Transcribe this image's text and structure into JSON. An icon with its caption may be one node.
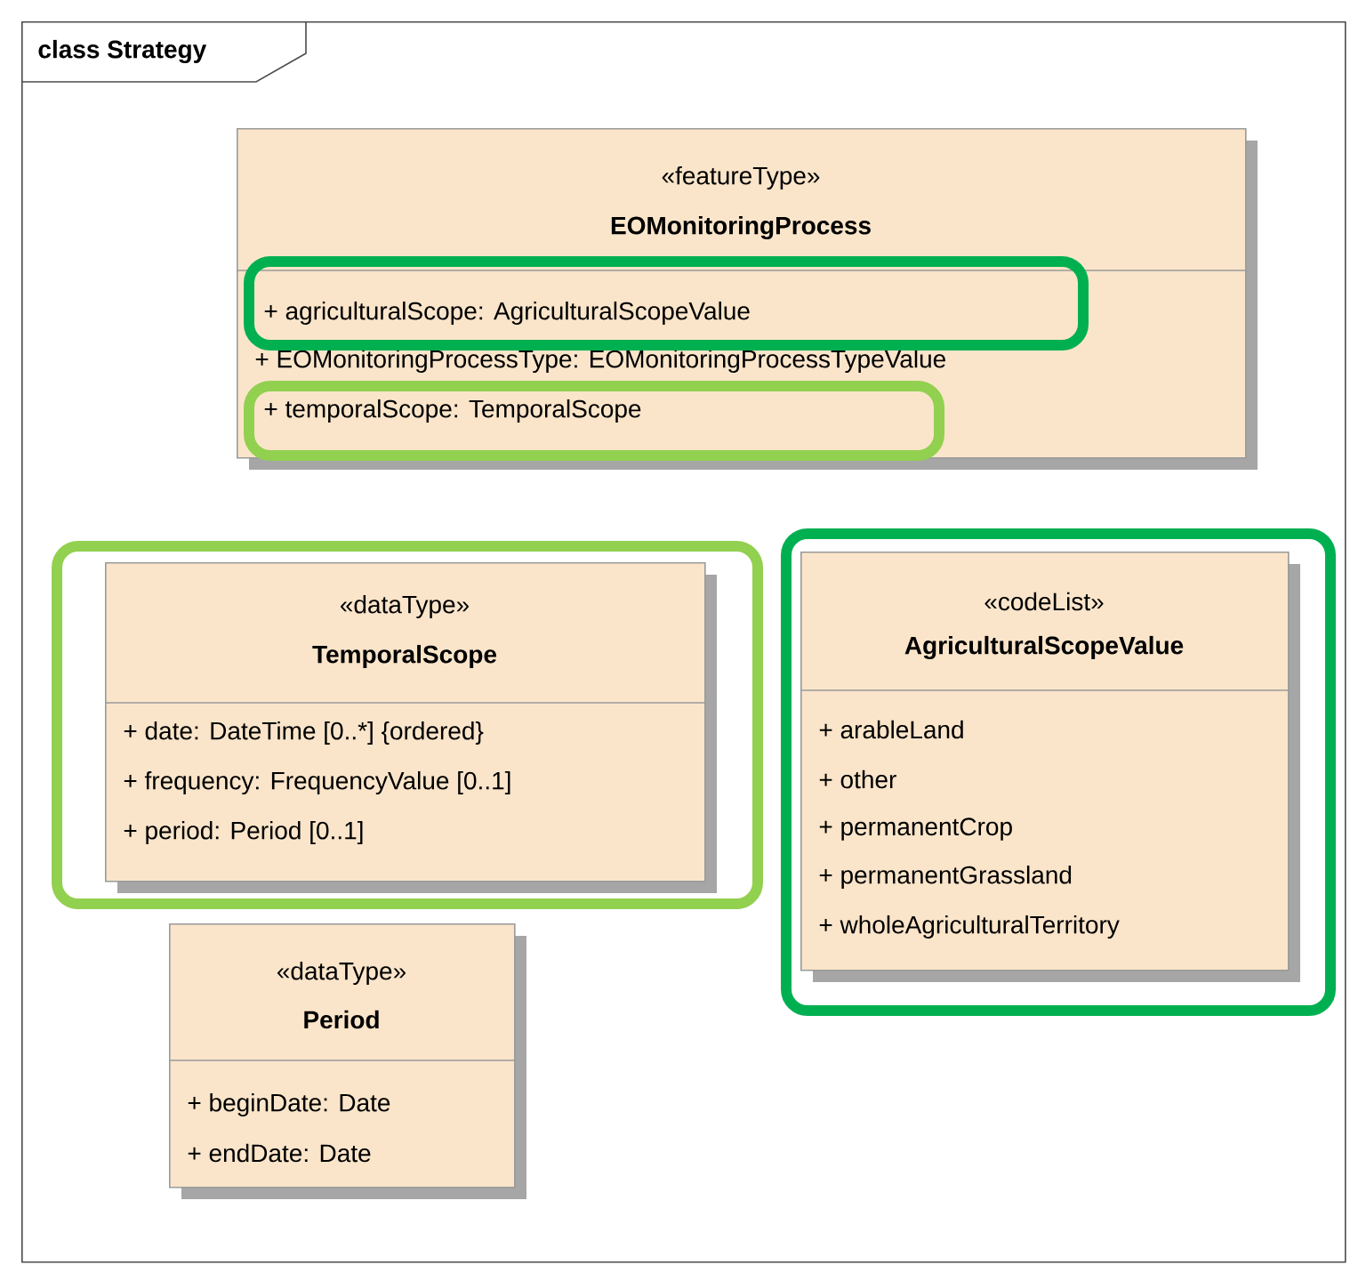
{
  "diagram": {
    "nodes": [
      {
        "text": [
          "class Strategy"
        ]
      },
      {
        "text": [
          "«featureType»",
          "EOMonitoringProcess",
          "+ EOMonitoringProcessType: EOMonitoringProcessTypeValue"
        ],
        "in": 0
      },
      {
        "text": [
          "+ agriculturalScope: AgriculturalScopeValue"
        ],
        "in": 1
      },
      {
        "text": [
          "+ temporalScope: TemporalScope"
        ],
        "in": 1
      },
      {
        "text": [],
        "shape": "box",
        "in": 0
      },
      {
        "text": [
          "«dataType»",
          "TemporalScope",
          "+ date: DateTime [0..*] {ordered}",
          "+ frequency: FrequencyValue [0..1]",
          "+ period: Period [0..1]"
        ],
        "in": 4
      },
      {
        "text": [],
        "shape": "box",
        "in": 0
      },
      {
        "text": [
          "«codeList»",
          "AgriculturalScopeValue",
          "+ arableLand",
          "+ other",
          "+ permanentCrop",
          "+ permanentGrassland",
          "+ wholeAgriculturalTerritory"
        ],
        "in": 6
      },
      {
        "text": [
          "«dataType»",
          "Period",
          "+ beginDate: Date",
          "+ endDate: Date"
        ],
        "in": 0
      }
    ]
  }
}
